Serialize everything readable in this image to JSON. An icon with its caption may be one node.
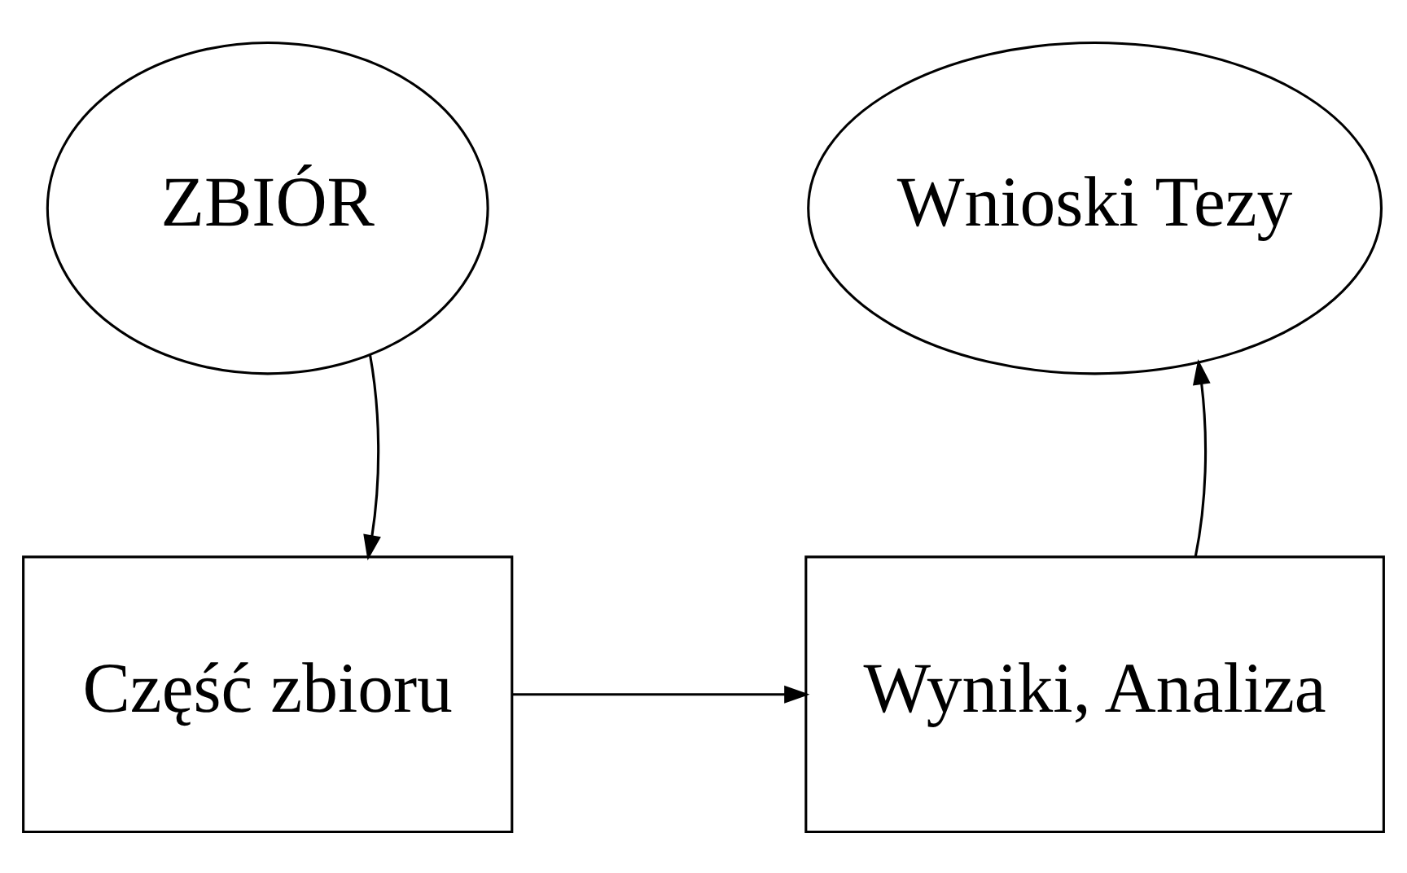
{
  "diagram": {
    "nodes": [
      {
        "text": [
          "ZBIÓR"
        ]
      },
      {
        "text": [
          "Część zbioru"
        ]
      },
      {
        "text": [
          "Wyniki, Analiza"
        ]
      },
      {
        "text": [
          "Wnioski Tezy"
        ]
      }
    ],
    "edges": [
      {
        "from": 0,
        "to": 1,
        "arrow": "to"
      },
      {
        "from": 1,
        "to": 2,
        "arrow": "to"
      },
      {
        "from": 2,
        "to": 3,
        "arrow": "to"
      }
    ]
  }
}
